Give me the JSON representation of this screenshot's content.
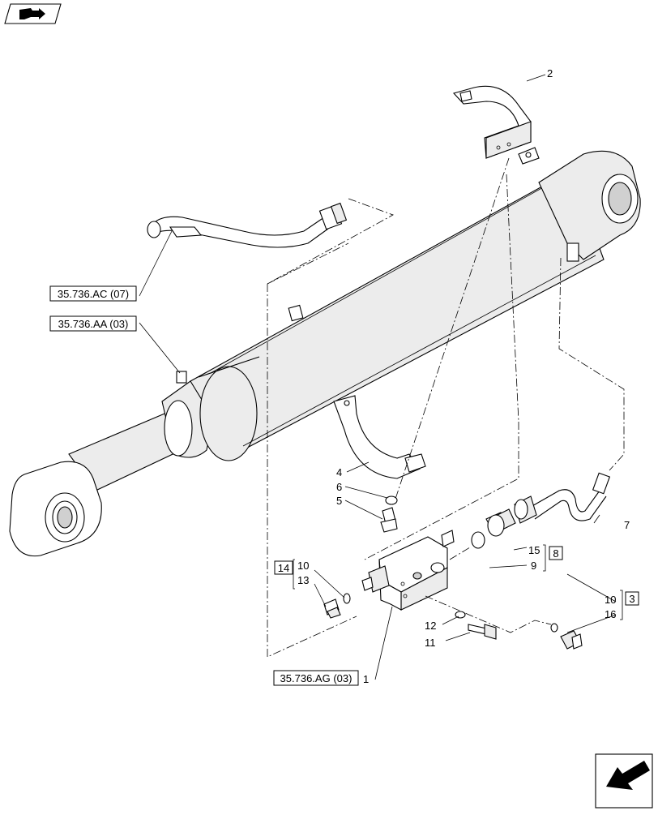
{
  "references": {
    "ref_ac": "35.736.AC (07)",
    "ref_aa": "35.736.AA (03)",
    "ref_ag": "35.736.AG (03)"
  },
  "callouts": {
    "p1": "1",
    "p2": "2",
    "p4": "4",
    "p5": "5",
    "p6": "6",
    "p7": "7",
    "p9": "9",
    "p10a": "10",
    "p10b": "10",
    "p11": "11",
    "p12": "12",
    "p13": "13",
    "p15": "15",
    "p16": "16"
  },
  "kits": {
    "k14": "14",
    "k8": "8",
    "k3": "3"
  },
  "icons": {
    "top_left": "book-arrow-icon",
    "bottom_right": "navigate-arrow-icon"
  }
}
